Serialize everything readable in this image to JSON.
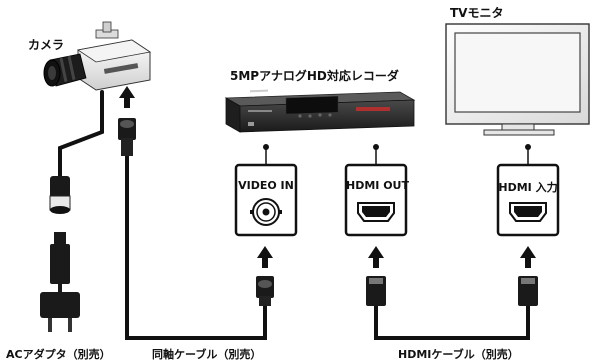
{
  "labels": {
    "camera": "カメラ",
    "recorder": "5MPアナログHD対応レコーダ",
    "monitor": "TVモニタ",
    "ac_adapter": "ACアダプタ（別売）",
    "coax_cable": "同軸ケーブル（別売）",
    "hdmi_cable": "HDMIケーブル（別売）"
  },
  "ports": {
    "video_in": "VIDEO IN",
    "hdmi_out": "HDMI OUT",
    "hdmi_in": "HDMI 入力"
  },
  "colors": {
    "line": "#111111",
    "device_body": "#2a2a2a",
    "screen": "#f2f2f2"
  }
}
